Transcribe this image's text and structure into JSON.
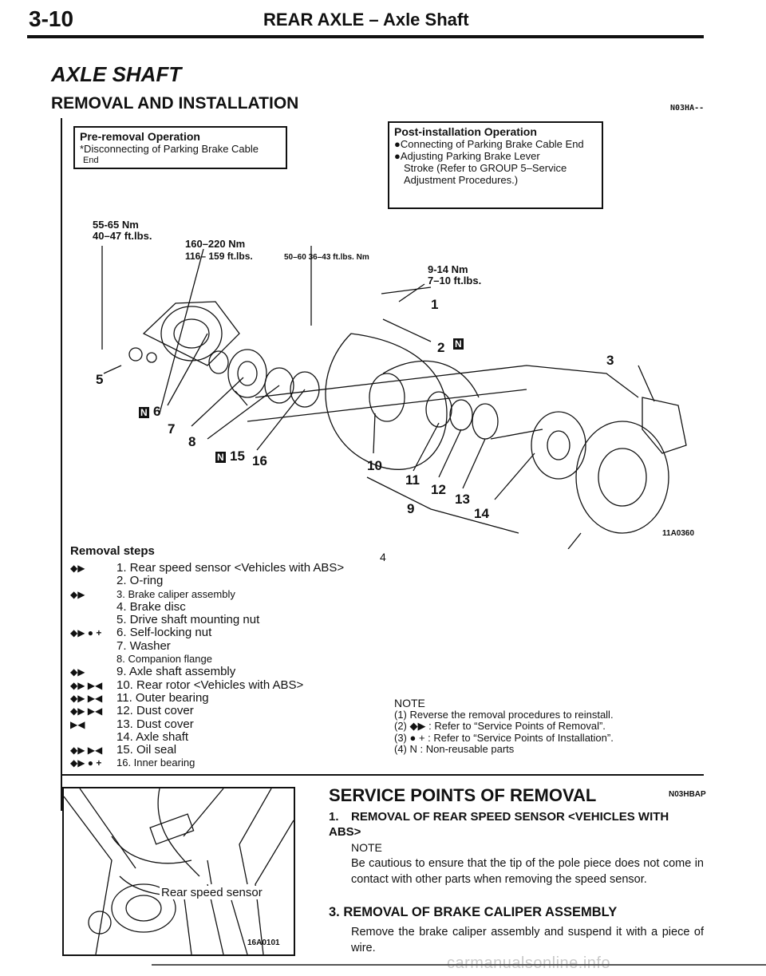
{
  "header": {
    "page_number": "3-10",
    "title": "REAR AXLE – Axle Shaft"
  },
  "section": {
    "title": "AXLE SHAFT",
    "subtitle": "REMOVAL AND INSTALLATION",
    "code": "N03HA--"
  },
  "pre_removal": {
    "title": "Pre-removal Operation",
    "line1": "*Disconnecting of Parking Brake Cable",
    "line2": "End"
  },
  "post_installation": {
    "title": "Post-installation Operation",
    "lines": [
      "●Connecting of Parking Brake Cable End",
      "●Adjusting Parking Brake Lever",
      "Stroke (Refer to GROUP 5–Service",
      "Adjustment Procedures.)"
    ]
  },
  "torques": {
    "t1_nm": "55-65 Nm",
    "t1_ft": "40–47 ft.lbs.",
    "t2_nm": "160–220 Nm",
    "t2_ft": "116– 159 ft.lbs.",
    "t3": "50–60 36–43 ft.lbs. Nm",
    "t4_nm": "9-14 Nm",
    "t4_ft": "7–10 ft.lbs."
  },
  "callouts": [
    "1",
    "2",
    "3",
    "5",
    "6",
    "7",
    "8",
    "15",
    "16",
    "10",
    "11",
    "12",
    "13",
    "9",
    "14"
  ],
  "figure_code": "11A0360",
  "part_4_label": "4",
  "removal_steps": {
    "title": "Removal steps",
    "items": [
      {
        "marks": "◆▶",
        "text": "1. Rear speed sensor <Vehicles with ABS>"
      },
      {
        "marks": "",
        "text": "2. O-ring"
      },
      {
        "marks": "◆▶",
        "text": "3. Brake caliper assembly"
      },
      {
        "marks": "",
        "text": "4. Brake disc"
      },
      {
        "marks": "",
        "text": "5. Drive shaft mounting nut"
      },
      {
        "marks": "◆▶ ● +",
        "text": "6. Self-locking nut"
      },
      {
        "marks": "",
        "text": "7. Washer"
      },
      {
        "marks": "",
        "text": "8. Companion flange"
      },
      {
        "marks": "◆▶",
        "text": "9. Axle shaft assembly"
      },
      {
        "marks": "◆▶ ▶◀",
        "text": "10. Rear rotor <Vehicles with ABS>"
      },
      {
        "marks": "◆▶ ▶◀",
        "text": "11. Outer bearing"
      },
      {
        "marks": "◆▶ ▶◀",
        "text": "12. Dust cover"
      },
      {
        "marks": "▶◀",
        "text": "13. Dust cover"
      },
      {
        "marks": "",
        "text": "14. Axle shaft"
      },
      {
        "marks": "◆▶ ▶◀",
        "text": "15. Oil seal"
      },
      {
        "marks": "◆▶ ● +",
        "text": "16. Inner bearing"
      }
    ]
  },
  "note": {
    "title": "NOTE",
    "lines": [
      "(1) Reverse the removal procedures to reinstall.",
      "(2) ◆▶ : Refer to “Service Points of Removal”.",
      "(3) ●  + : Refer to “Service Points of Installation”.",
      "(4) N : Non-reusable parts"
    ]
  },
  "photo": {
    "label": "Rear speed sensor",
    "code": "16A0101"
  },
  "service_points": {
    "title": "SERVICE POINTS OF REMOVAL",
    "code": "N03HBAP",
    "item1_num": "1.",
    "item1_title": "REMOVAL OF REAR SPEED SENSOR <VEHICLES WITH ABS>",
    "item1_note_title": "NOTE",
    "item1_note": "Be cautious to ensure that the tip of the pole piece does not come in contact with other parts when removing the speed sensor.",
    "item3_title": "3. REMOVAL OF BRAKE CALIPER ASSEMBLY",
    "item3_text": "Remove the brake caliper assembly and suspend it with a piece of wire."
  },
  "watermark": "carmanualsonline.info"
}
